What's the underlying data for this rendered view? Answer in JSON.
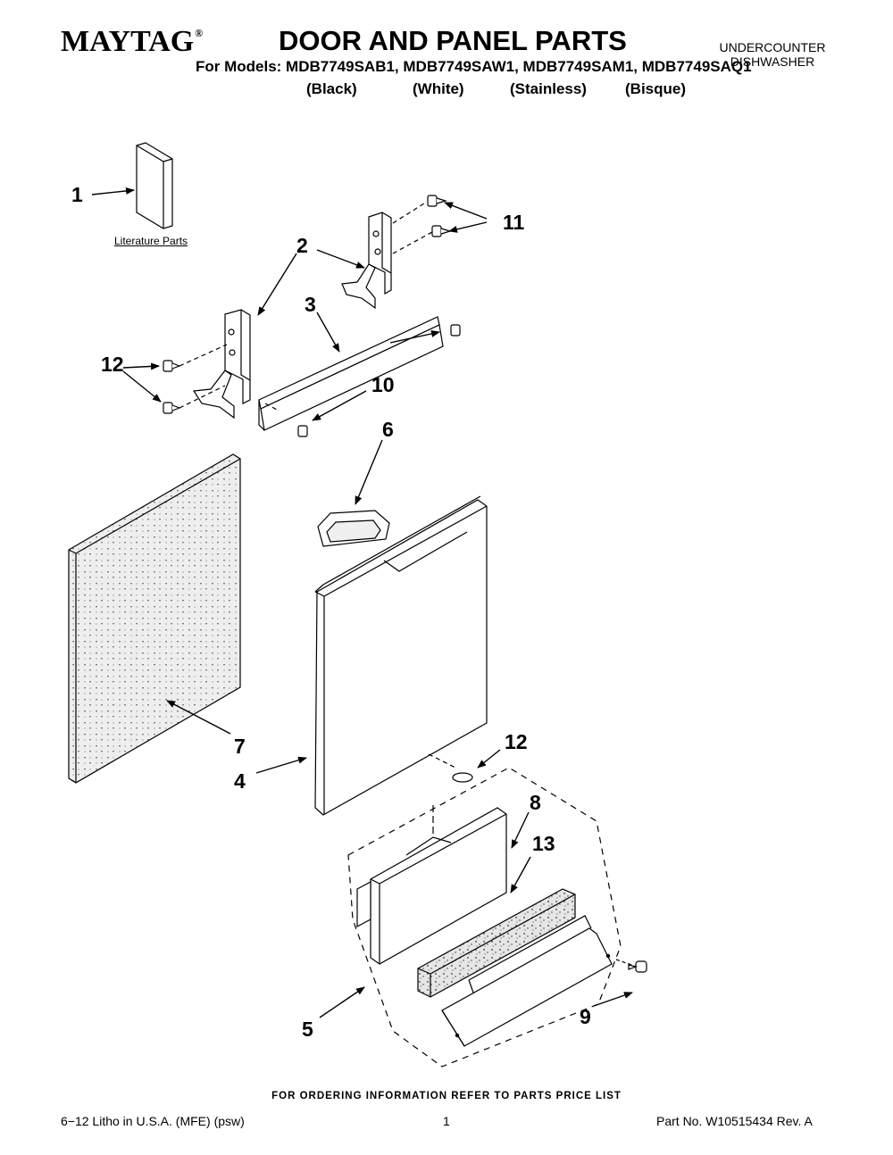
{
  "header": {
    "brand": "MAYTAG",
    "brand_mark": "®",
    "title": "DOOR AND PANEL PARTS",
    "models_line": "For Models: MDB7749SAB1, MDB7749SAW1, MDB7749SAM1, MDB7749SAQ1",
    "colors": [
      "(Black)",
      "(White)",
      "(Stainless)",
      "(Bisque)"
    ],
    "category_line1": "UNDERCOUNTER",
    "category_line2": "DISHWASHER"
  },
  "diagram": {
    "literature_label": "Literature Parts",
    "callouts": [
      "1",
      "2",
      "3",
      "4",
      "5",
      "6",
      "7",
      "8",
      "9",
      "10",
      "11",
      "12",
      "12",
      "13"
    ]
  },
  "footer": {
    "ordering_info": "FOR ORDERING INFORMATION REFER TO PARTS PRICE LIST",
    "litho": "6−12 Litho in U.S.A. (MFE) (psw)",
    "page_number": "1",
    "part_number": "Part No. W10515434 Rev. A"
  }
}
